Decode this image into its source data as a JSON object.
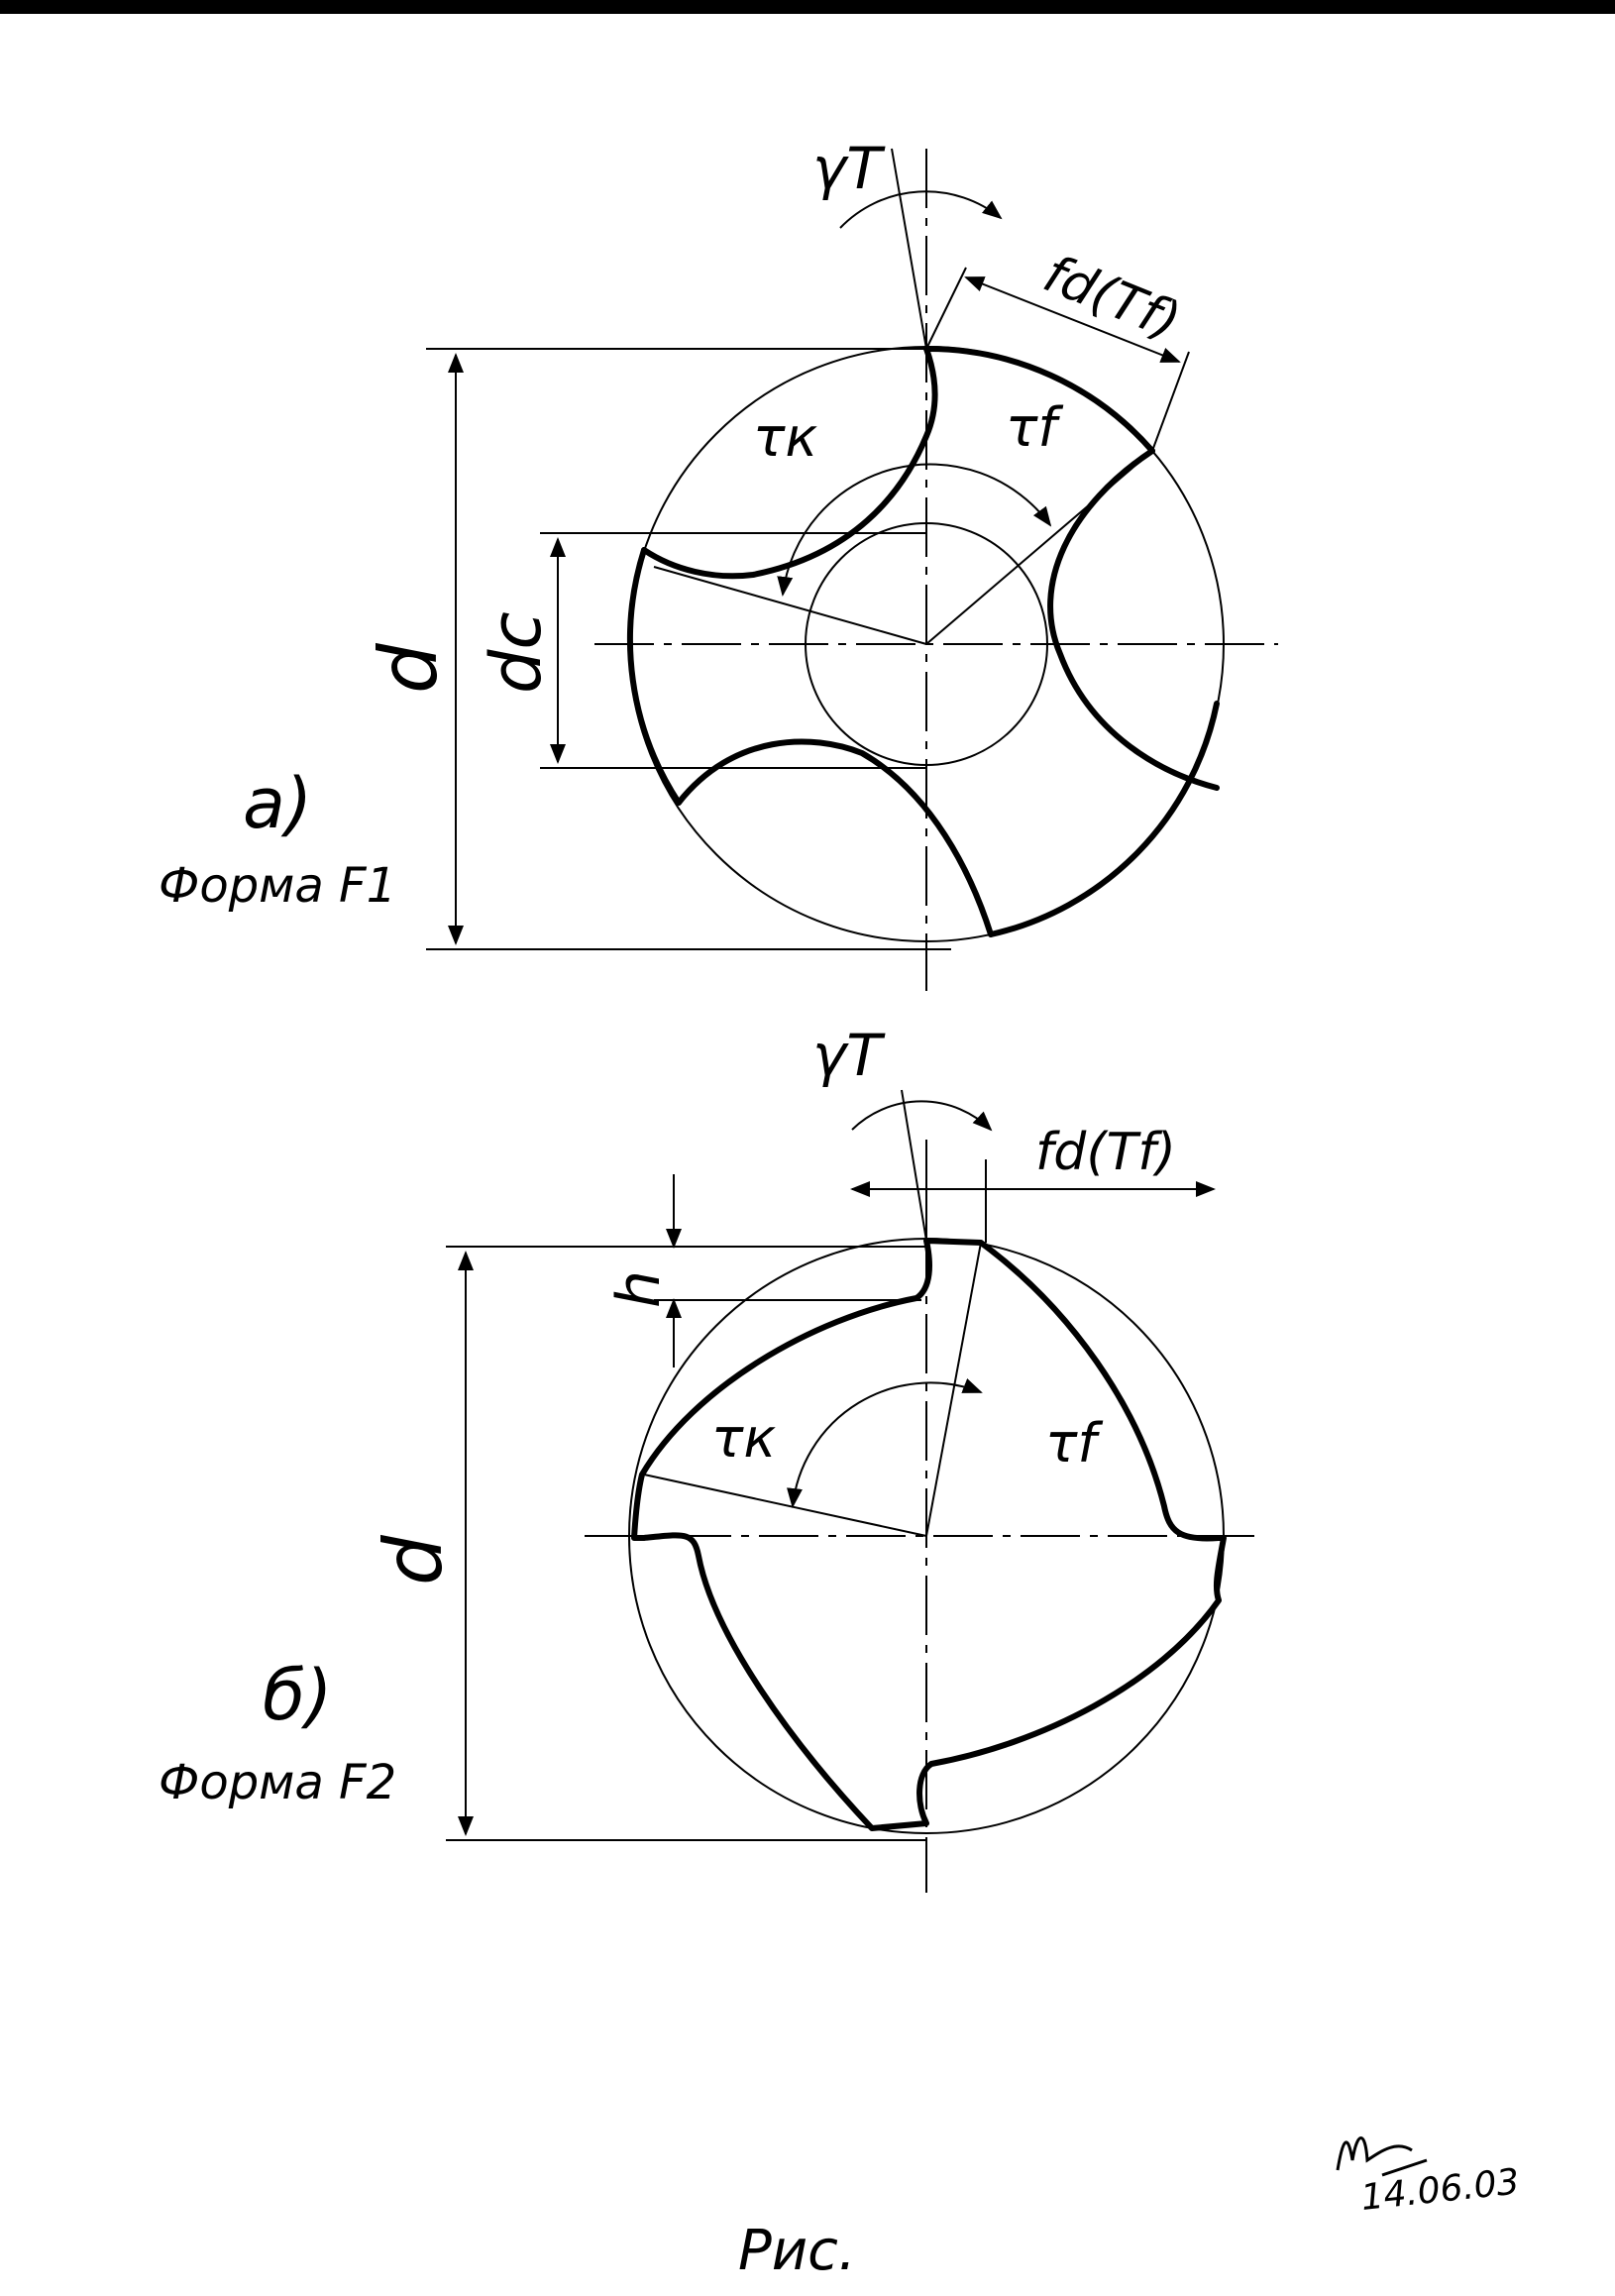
{
  "figure_a": {
    "label": "а)",
    "form": "Форма F1",
    "dim_outer": "d",
    "dim_core": "dc",
    "angle_rake": "γT",
    "width_label": "fd(Tf)",
    "tau_k": "τк",
    "tau_f": "τf"
  },
  "figure_b": {
    "label": "б)",
    "form": "Форма F2",
    "dim_outer": "d",
    "dim_h": "h",
    "angle_rake": "γT",
    "width_label": "fd(Tf)",
    "tau_k": "τк",
    "tau_f": "τf"
  },
  "caption": "Рис.",
  "signature_date": "14.06.03"
}
